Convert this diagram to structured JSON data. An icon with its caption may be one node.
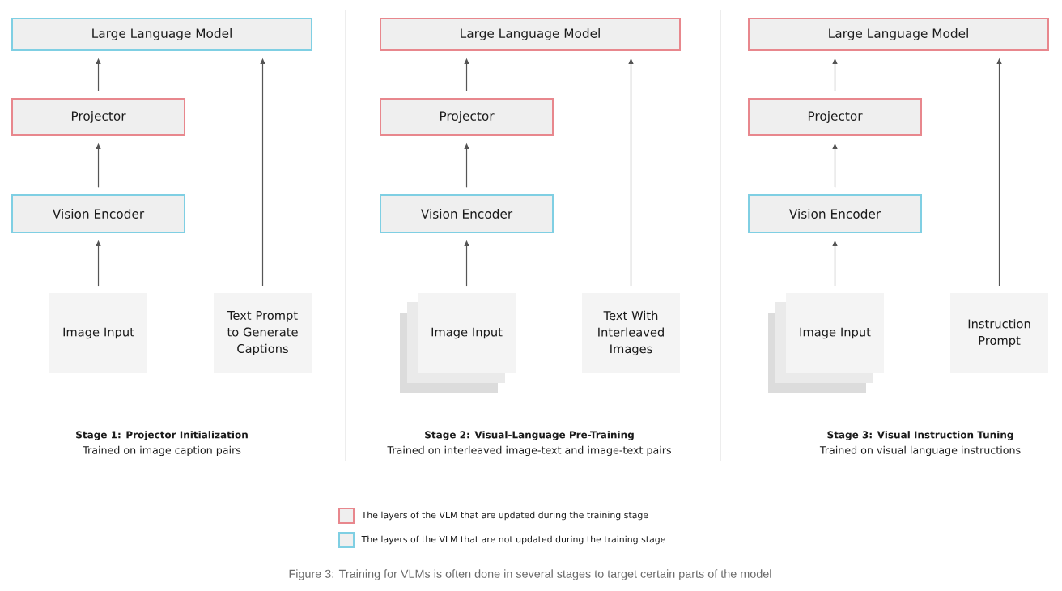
{
  "diagram": {
    "caption": "Figure 3: Training for VLMs is often done in several stages to target certain parts of the model",
    "nodes": [
      {
        "text": [
          "Large Language Model"
        ]
      },
      {
        "text": [
          "Projector"
        ]
      },
      {
        "text": [
          "Vision Encoder"
        ]
      },
      {
        "text": [
          "Image Input"
        ]
      },
      {
        "text": [
          "Text Prompt to Generate Captions"
        ]
      },
      {
        "text": [
          "Large Language Model"
        ]
      },
      {
        "text": [
          "Projector"
        ]
      },
      {
        "text": [
          "Vision Encoder"
        ]
      },
      {
        "text": [
          "Image Input"
        ]
      },
      {
        "text": [
          "Text With Interleaved Images"
        ]
      },
      {
        "text": [
          "Large Language Model"
        ]
      },
      {
        "text": [
          "Projector"
        ]
      },
      {
        "text": [
          "Vision Encoder"
        ]
      },
      {
        "text": [
          "Image Input"
        ]
      },
      {
        "text": [
          "Instruction Prompt"
        ]
      }
    ],
    "edges": [
      {
        "from": 1,
        "to": 0,
        "arrow": "to"
      },
      {
        "from": 2,
        "to": 1,
        "arrow": "to"
      },
      {
        "from": 3,
        "to": 2,
        "arrow": "to"
      },
      {
        "from": 4,
        "to": 0,
        "arrow": "to"
      },
      {
        "from": 6,
        "to": 5,
        "arrow": "to"
      },
      {
        "from": 7,
        "to": 6,
        "arrow": "to"
      },
      {
        "from": 8,
        "to": 7,
        "arrow": "to"
      },
      {
        "from": 9,
        "to": 5,
        "arrow": "to"
      },
      {
        "from": 11,
        "to": 10,
        "arrow": "to"
      },
      {
        "from": 12,
        "to": 11,
        "arrow": "to"
      },
      {
        "from": 13,
        "to": 12,
        "arrow": "to"
      },
      {
        "from": 14,
        "to": 10,
        "arrow": "to"
      }
    ],
    "labels": [
      "Stage 1: Projector Initialization",
      "Trained on image caption pairs",
      "Stage 2: Visual-Language Pre-Training",
      "Trained on interleaved image-text and image-text pairs",
      "Stage 3: Visual Instruction Tuning",
      "Trained on visual language instructions"
    ],
    "legend": [
      {
        "text": "The layers of the VLM that are updated during the training stage",
        "color": "#e8878d"
      },
      {
        "text": "The layers of the VLM that are not updated during the training stage",
        "color": "#7fcfe3"
      }
    ]
  }
}
